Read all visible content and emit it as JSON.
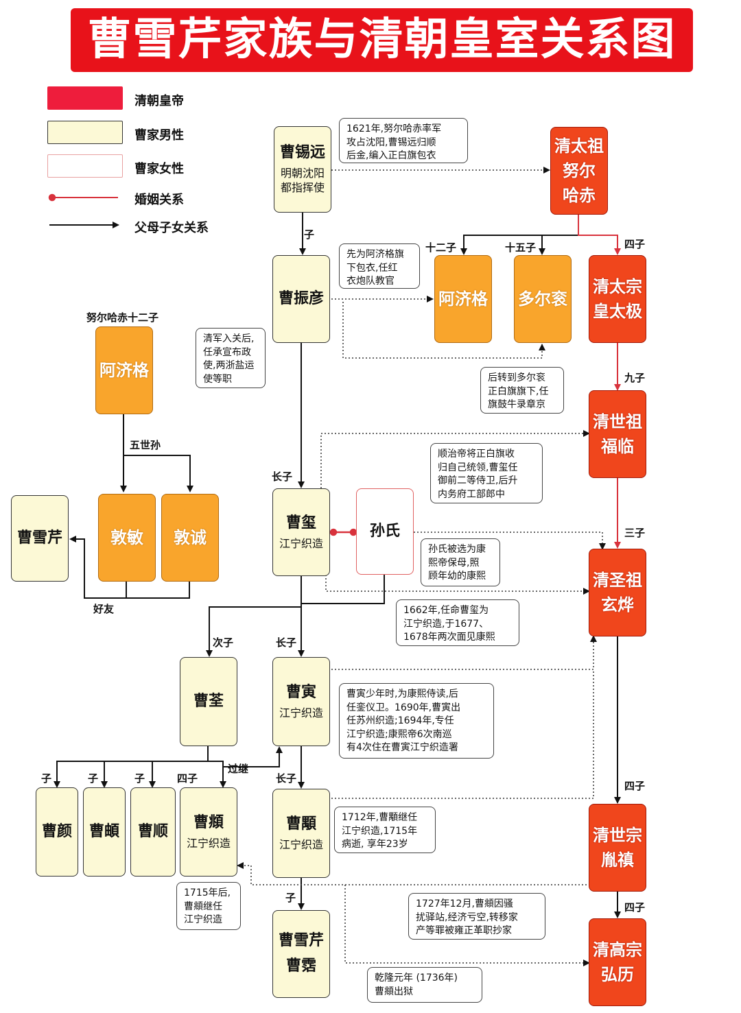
{
  "title": "曹雪芹家族与清朝皇室关系图",
  "legend": {
    "emperor": "清朝皇帝",
    "male": "曹家男性",
    "female": "曹家女性",
    "marriage": "婚姻关系",
    "parent": "父母子女关系"
  },
  "nodes": {
    "cao_xiyuan": {
      "name": "曹锡远",
      "sub": "明朝沈阳\n都指挥使"
    },
    "cao_zhenyan": {
      "name": "曹振彦"
    },
    "cao_xi": {
      "name": "曹玺",
      "sub": "江宁织造"
    },
    "sun_shi": {
      "name": "孙氏"
    },
    "cao_quan": {
      "name": "曹荃"
    },
    "cao_yin": {
      "name": "曹寅",
      "sub": "江宁织造"
    },
    "cao_yan": {
      "name": "曹颜"
    },
    "cao_qi": {
      "name": "曹頔"
    },
    "cao_shun": {
      "name": "曹顺"
    },
    "cao_fu": {
      "name": "曹頫",
      "sub": "江宁织造"
    },
    "cao_yong": {
      "name": "曹顒",
      "sub": "江宁织造"
    },
    "cao_xueqin_bottom": {
      "name": "曹雪芹",
      "name2": "曹霑"
    },
    "cao_xueqin_left": {
      "name": "曹雪芹"
    },
    "ajige_left": {
      "name": "阿济格",
      "label": "努尔哈赤十二子"
    },
    "dunmin": {
      "name": "敦敏"
    },
    "duncheng": {
      "name": "敦诚"
    },
    "ajige": {
      "name": "阿济格"
    },
    "duoergun": {
      "name": "多尔衮"
    },
    "taizu": {
      "line1": "清太祖",
      "line2": "努尔",
      "line3": "哈赤"
    },
    "taizong": {
      "line1": "清太宗",
      "line2": "皇太极"
    },
    "shizu": {
      "line1": "清世祖",
      "line2": "福临"
    },
    "shengzu": {
      "line1": "清圣祖",
      "line2": "玄烨"
    },
    "shizong": {
      "line1": "清世宗",
      "line2": "胤禛"
    },
    "gaozong": {
      "line1": "清高宗",
      "line2": "弘历"
    }
  },
  "notes": {
    "n1621": "1621年,努尔哈赤率军\n攻占沈阳,曹锡远归顺\n后金,编入正白旗包衣",
    "n_ajige": "先为阿济格旗\n下包衣,任红\n衣炮队教官",
    "n_qingjun": "清军入关后,\n任承宣布政\n使,两浙盐运\n使等职",
    "n_duoergun": "后转到多尔衮\n正白旗旗下,任\n旗鼓牛录章京",
    "n_shunzhi": "顺治帝将正白旗收\n归自己统领,曹玺任\n御前二等侍卫,后升\n内务府工部郎中",
    "n_sunshi": "孙氏被选为康\n熙帝保母,照\n顾年幼的康熙",
    "n1662": "1662年,任命曹玺为\n江宁织造,于1677、\n1678年两次面见康熙",
    "n_caoyin": "曹寅少年时,为康熙侍读,后\n任銮仪卫。1690年,曹寅出\n任苏州织造;1694年,专任\n江宁织造;康熙帝6次南巡\n有4次住在曹寅江宁织造署",
    "n1712": "1712年,曹顒继任\n江宁织造,1715年\n病逝, 享年23岁",
    "n1715": "1715年后,\n曹頫继任\n江宁织造",
    "n1727": "1727年12月,曹頫因骚\n扰驿站,经济亏空,转移家\n产等罪被雍正革职抄家",
    "n_qianlong": "乾隆元年 (1736年)\n曹頫出狱"
  },
  "edge_labels": {
    "zi": "子",
    "shier_zi": "十二子",
    "shiwu_zi": "十五子",
    "si_zi": "四子",
    "jiu_zi": "九子",
    "san_zi": "三子",
    "zhang_zi": "长子",
    "ci_zi": "次子",
    "guoji": "过继",
    "wushi_sun": "五世孙",
    "hao_you": "好友"
  },
  "colors": {
    "title_bg": "#e8121a",
    "emperor": "#f0461c",
    "orange": "#f9a52c",
    "male": "#fcf9d6",
    "female_border": "#e06060",
    "marriage": "#d8323c"
  }
}
